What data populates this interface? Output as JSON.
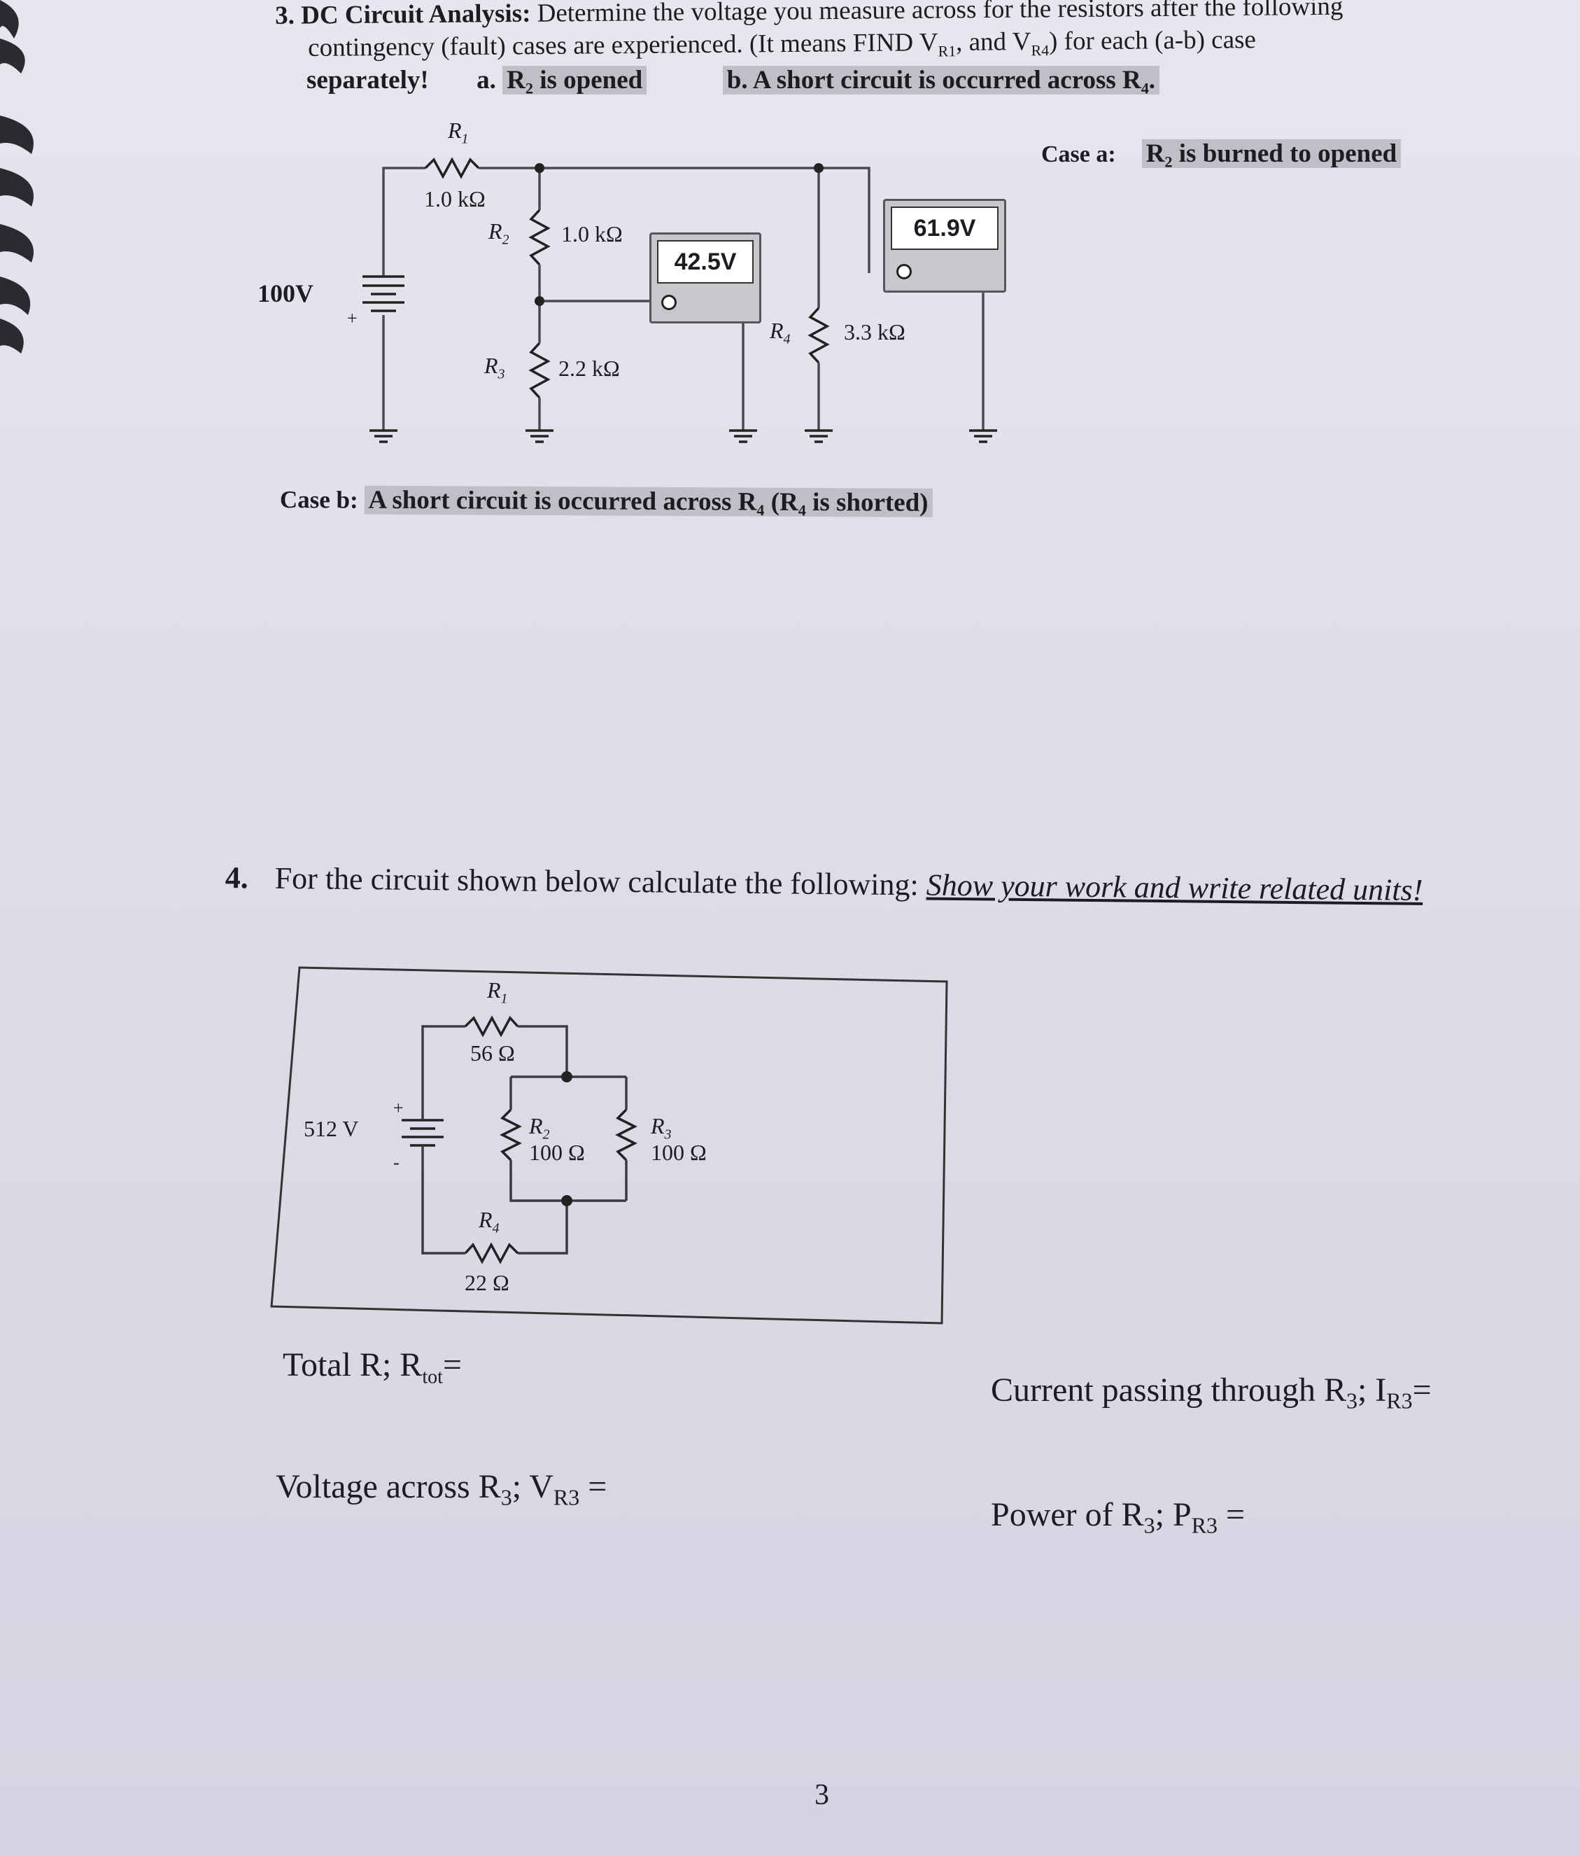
{
  "q3": {
    "number": "3.",
    "title": "DC Circuit Analysis:",
    "line1_rest": "Determine the voltage you measure across for the resistors after the following",
    "line2": "contingency (fault) cases are experienced. (It means FIND V",
    "line2_sub1": "R1",
    "line2_mid": ", and V",
    "line2_sub2": "R4",
    "line2_end": ") for each (a-b) case",
    "line3": "separately!",
    "case_a_letter": "a.",
    "case_a_text": "R₂ is opened",
    "case_b_text": "b. A short circuit is occurred across R₄."
  },
  "circuit3": {
    "source": "100V",
    "r1_name": "R",
    "r1_sub": "1",
    "r1_value": "1.0 kΩ",
    "r2_name": "R",
    "r2_sub": "2",
    "r2_value": "1.0 kΩ",
    "r3_name": "R",
    "r3_sub": "3",
    "r3_value": "2.2 kΩ",
    "r4_name": "R",
    "r4_sub": "4",
    "r4_value": "3.3 kΩ",
    "meter1_reading": "42.5V",
    "meter2_reading": "61.9V",
    "plus_sign": "+"
  },
  "case_a": {
    "label": "Case a:",
    "text": "R₂ is burned to opened"
  },
  "case_b": {
    "label": "Case b:",
    "text": "A short circuit is occurred across R₄ (R₄ is shorted)"
  },
  "q4": {
    "number": "4.",
    "text": "For the circuit shown below calculate the following:",
    "emphasis": "Show your work and write related units!"
  },
  "circuit4": {
    "source": "512 V",
    "r1_name": "R",
    "r1_sub": "1",
    "r1_value": "56 Ω",
    "r2_name": "R",
    "r2_sub": "2",
    "r2_value": "100 Ω",
    "r3_name": "R",
    "r3_sub": "3",
    "r3_value": "100 Ω",
    "r4_name": "R",
    "r4_sub": "4",
    "r4_value": "22 Ω",
    "plus_sign": "+",
    "minus_sign": "-"
  },
  "answers": {
    "rtot_prefix": "Total R; R",
    "rtot_sub": "tot",
    "rtot_eq": "=",
    "ir3_prefix": "Current passing through R",
    "ir3_sub1": "3",
    "ir3_mid": "; I",
    "ir3_sub2": "R3",
    "ir3_eq": "=",
    "vr3_prefix": "Voltage across R",
    "vr3_sub1": "3",
    "vr3_mid": "; V",
    "vr3_sub2": "R3",
    "vr3_eq": " =",
    "pr3_prefix": "Power of R",
    "pr3_sub1": "3",
    "pr3_mid": "; P",
    "pr3_sub2": "R3",
    "pr3_eq": " ="
  },
  "page_number": "3"
}
